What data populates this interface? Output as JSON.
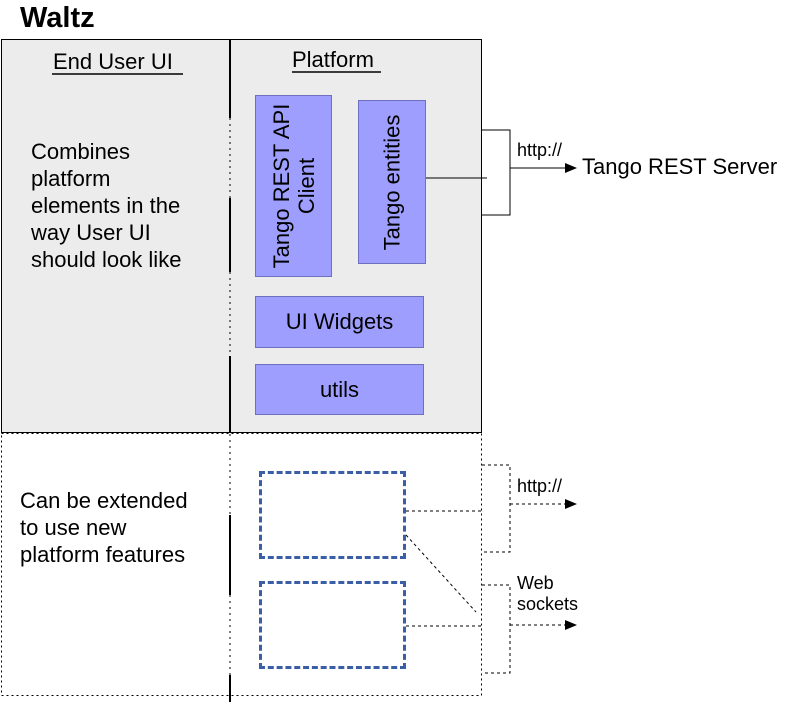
{
  "title": "Waltz",
  "end_user_ui": {
    "heading": "End User UI",
    "description_lines": [
      "Combines",
      "platform",
      "elements in the",
      "way User UI",
      "should look like"
    ]
  },
  "platform": {
    "heading": "Platform",
    "rest_client_lines": [
      "Tango REST API",
      "Client"
    ],
    "entities_label": "Tango entities",
    "widgets_label": "UI Widgets",
    "utils_label": "utils"
  },
  "connections": {
    "http_label": "http://",
    "server_label": "Tango REST Server",
    "future_http_label": "http://",
    "websockets_lines": [
      "Web",
      "sockets"
    ]
  },
  "extension": {
    "description_lines": [
      "Can be extended",
      "to use new",
      "platform features"
    ]
  },
  "colors": {
    "panel_fill": "#ececec",
    "component_fill": "#9e9efe",
    "dashed_component": "#3a5fa6"
  }
}
